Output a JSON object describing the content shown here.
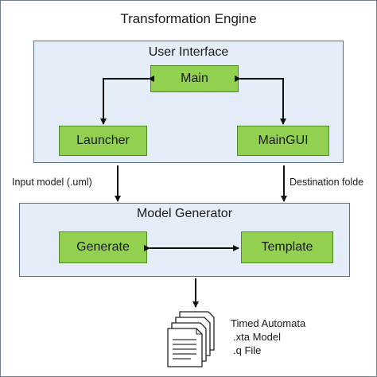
{
  "diagram": {
    "title": "Transformation Engine",
    "user_interface": {
      "label": "User Interface",
      "main": "Main",
      "launcher": "Launcher",
      "maingui": "MainGUI"
    },
    "input_label": "Input model (.uml)",
    "destination_label": "Destination folde",
    "model_generator": {
      "label": "Model Generator",
      "generate": "Generate",
      "template": "Template"
    },
    "output": {
      "line1": "Timed Automata",
      "line2": ".xta Model",
      "line3": ".q File"
    },
    "colors": {
      "panel_fill": "#e5eef8",
      "box_fill": "#92d050",
      "box_border": "#4f8a29",
      "panel_border": "#5a6f86"
    }
  }
}
